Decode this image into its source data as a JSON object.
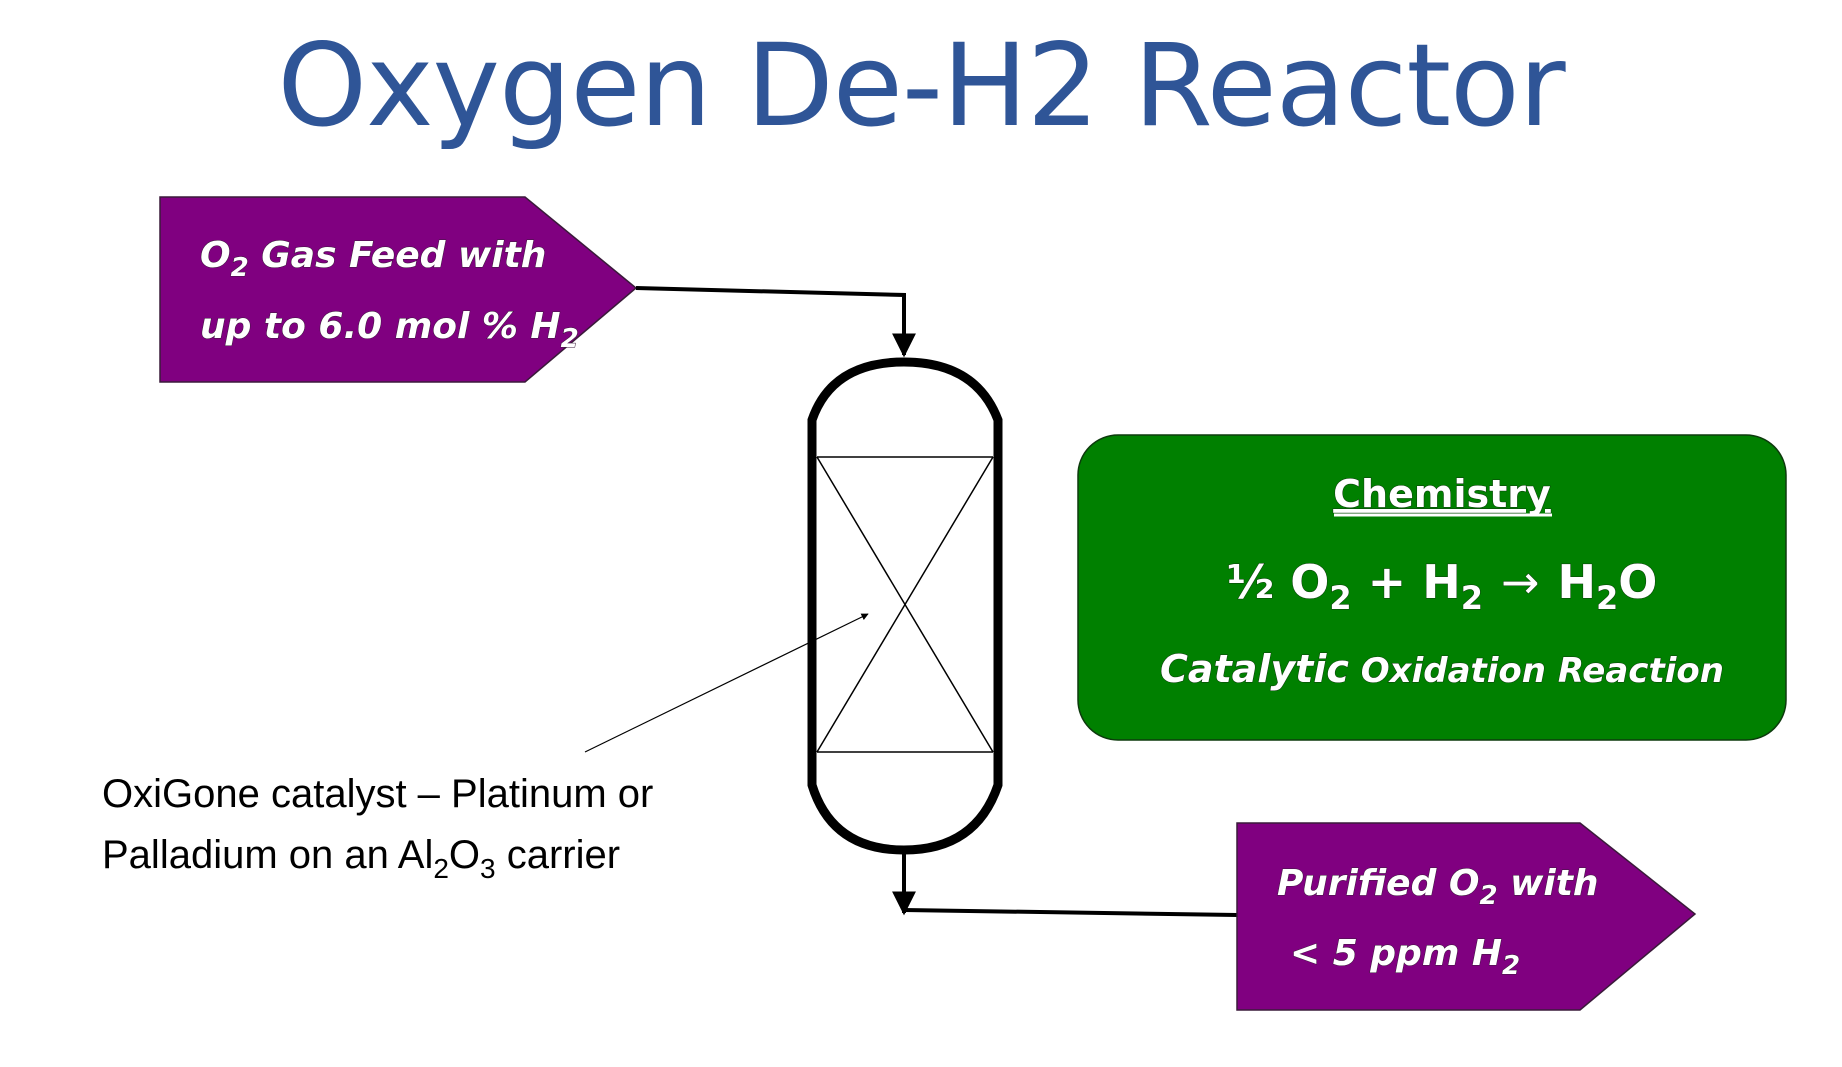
{
  "title": "Oxygen De-H2 Reactor",
  "feed": {
    "line1_a": "O",
    "line1_sub": "2",
    "line1_b": " Gas Feed with",
    "line2_a": "up to 6.0 mol % H",
    "line2_sub": "2"
  },
  "product": {
    "line1_a": "Purified O",
    "line1_sub": "2",
    "line1_b": " with",
    "line2_a": "< 5 ppm H",
    "line2_sub": "2"
  },
  "chemistry": {
    "heading": "Chemistry",
    "eq_a": "½ O",
    "eq_sub1": "2",
    "eq_b": " + H",
    "eq_sub2": "2",
    "eq_arrow": "→",
    "eq_c": "H",
    "eq_sub3": "2",
    "eq_d": "O",
    "reaction_a": "Catalytic",
    "reaction_b": " Oxidation Reaction"
  },
  "catalyst": {
    "line1": "OxiGone catalyst – Platinum or",
    "line2_a": "Palladium on an Al",
    "line2_sub1": "2",
    "line2_b": "O",
    "line2_sub2": "3",
    "line2_c": " carrier"
  },
  "colors": {
    "title": "#2f5597",
    "stream_box": "#800080",
    "chemistry_box": "#008000",
    "text_on_box": "#ffffff"
  }
}
